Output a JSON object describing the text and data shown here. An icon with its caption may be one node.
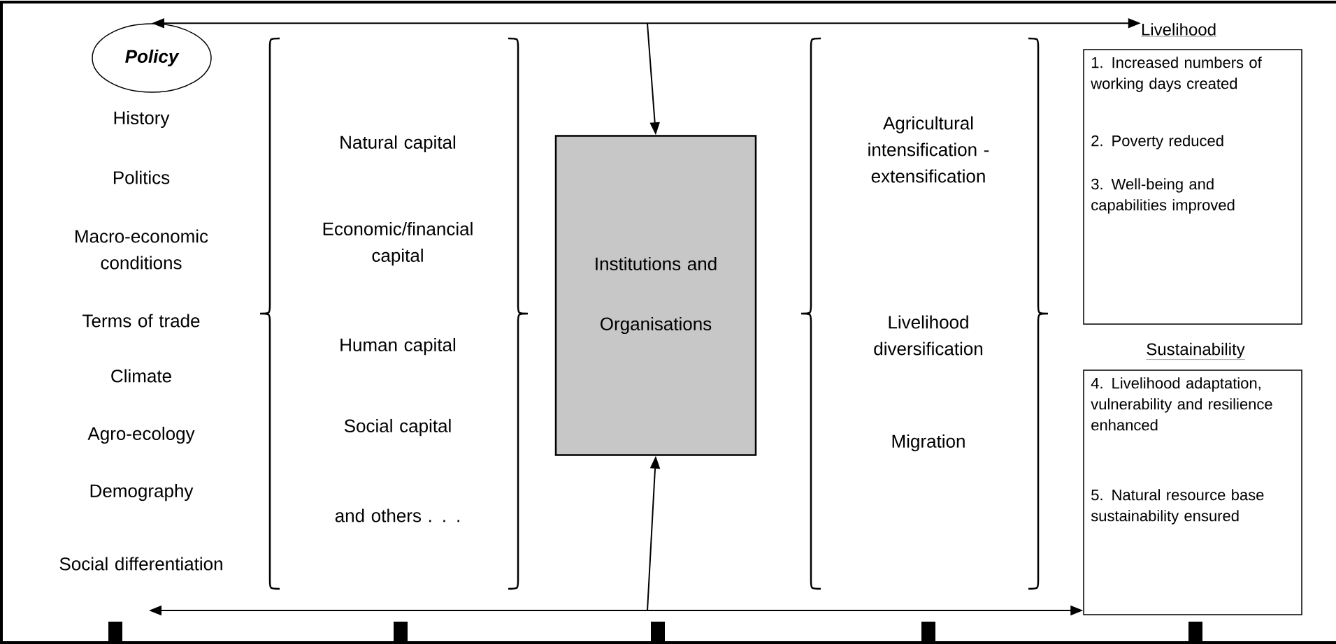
{
  "diagram": {
    "nodes": [
      {
        "text": [
          "Policy"
        ]
      },
      {
        "text": [
          "Institutions and Organisations"
        ]
      },
      {
        "text": [
          "Livelihood",
          "1. Increased numbers of working days created",
          "2. Poverty reduced",
          "3. Well-being and capabilities improved"
        ]
      },
      {
        "text": [
          "Sustainability",
          "4. Livelihood adaptation, vulnerability and resilience enhanced",
          "5. Natural resource base sustainability ensured"
        ]
      }
    ],
    "edges": [
      {
        "from": 0,
        "to": 2,
        "arrow": "both"
      },
      {
        "from": null,
        "to": 1,
        "arrow": "to"
      },
      {
        "from": null,
        "to": 1,
        "arrow": "to"
      },
      {
        "from": null,
        "to": 3,
        "arrow": "both"
      }
    ],
    "labels": [
      "History",
      "Politics",
      "Macro-economic conditions",
      "Terms of trade",
      "Climate",
      "Agro-ecology",
      "Demography",
      "Social differentiation",
      "Natural capital",
      "Economic/financial capital",
      "Human capital",
      "Social capital",
      "and others . . .",
      "Agricultural intensification - extensification",
      "Livelihood diversification",
      "Migration"
    ]
  }
}
